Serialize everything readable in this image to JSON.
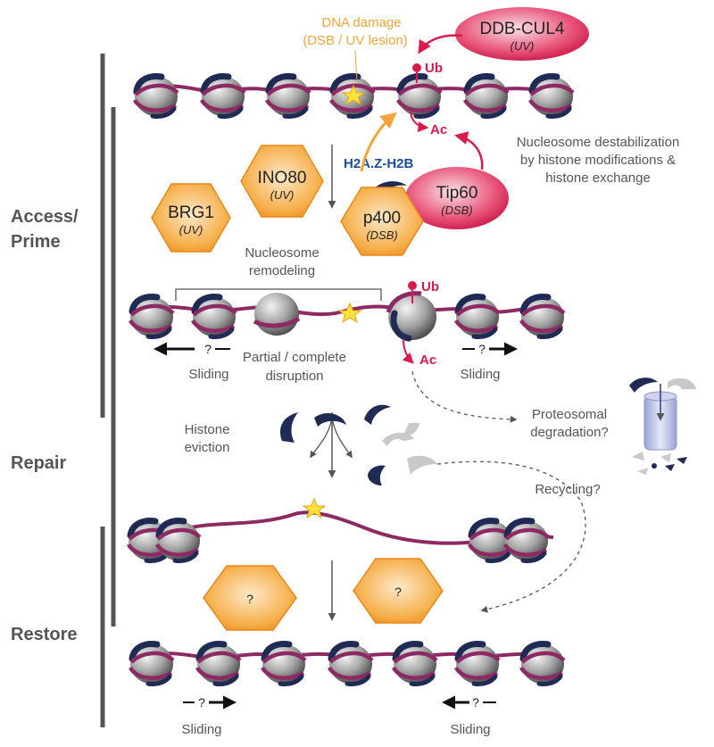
{
  "stages": {
    "access": "Access/",
    "prime": "Prime",
    "repair": "Repair",
    "restore": "Restore"
  },
  "damage": {
    "line1": "DNA damage",
    "line2": "(DSB / UV lesion)"
  },
  "ddb": {
    "name": "DDB-CUL4",
    "sub": "(UV)"
  },
  "tip60": {
    "name": "Tip60",
    "sub": "(DSB)"
  },
  "ino80": {
    "name": "INO80",
    "sub": "(UV)"
  },
  "brg1": {
    "name": "BRG1",
    "sub": "(UV)"
  },
  "p400": {
    "name": "p400",
    "sub": "(DSB)"
  },
  "h2az": "H2A.Z-H2B",
  "ub": "Ub",
  "ac": "Ac",
  "destab": {
    "line1": "Nucleosome destabilization",
    "line2": "by histone modifications &",
    "line3": "histone exchange"
  },
  "remodeling": {
    "line1": "Nucleosome",
    "line2": "remodeling"
  },
  "disruption": {
    "line1": "Partial / complete",
    "line2": "disruption"
  },
  "sliding": "Sliding",
  "question": "?",
  "eviction": {
    "line1": "Histone",
    "line2": "eviction"
  },
  "proteosomal": {
    "line1": "Proteosomal",
    "line2": "degradation?"
  },
  "recycling": "Recycling?",
  "colors": {
    "orange": "#f4a53a",
    "magenta": "#d81b4a",
    "dna": "#8e2a63",
    "histone_dark": "#1f2a55",
    "blue_label": "#1d4e9e",
    "gray": "#555555"
  }
}
